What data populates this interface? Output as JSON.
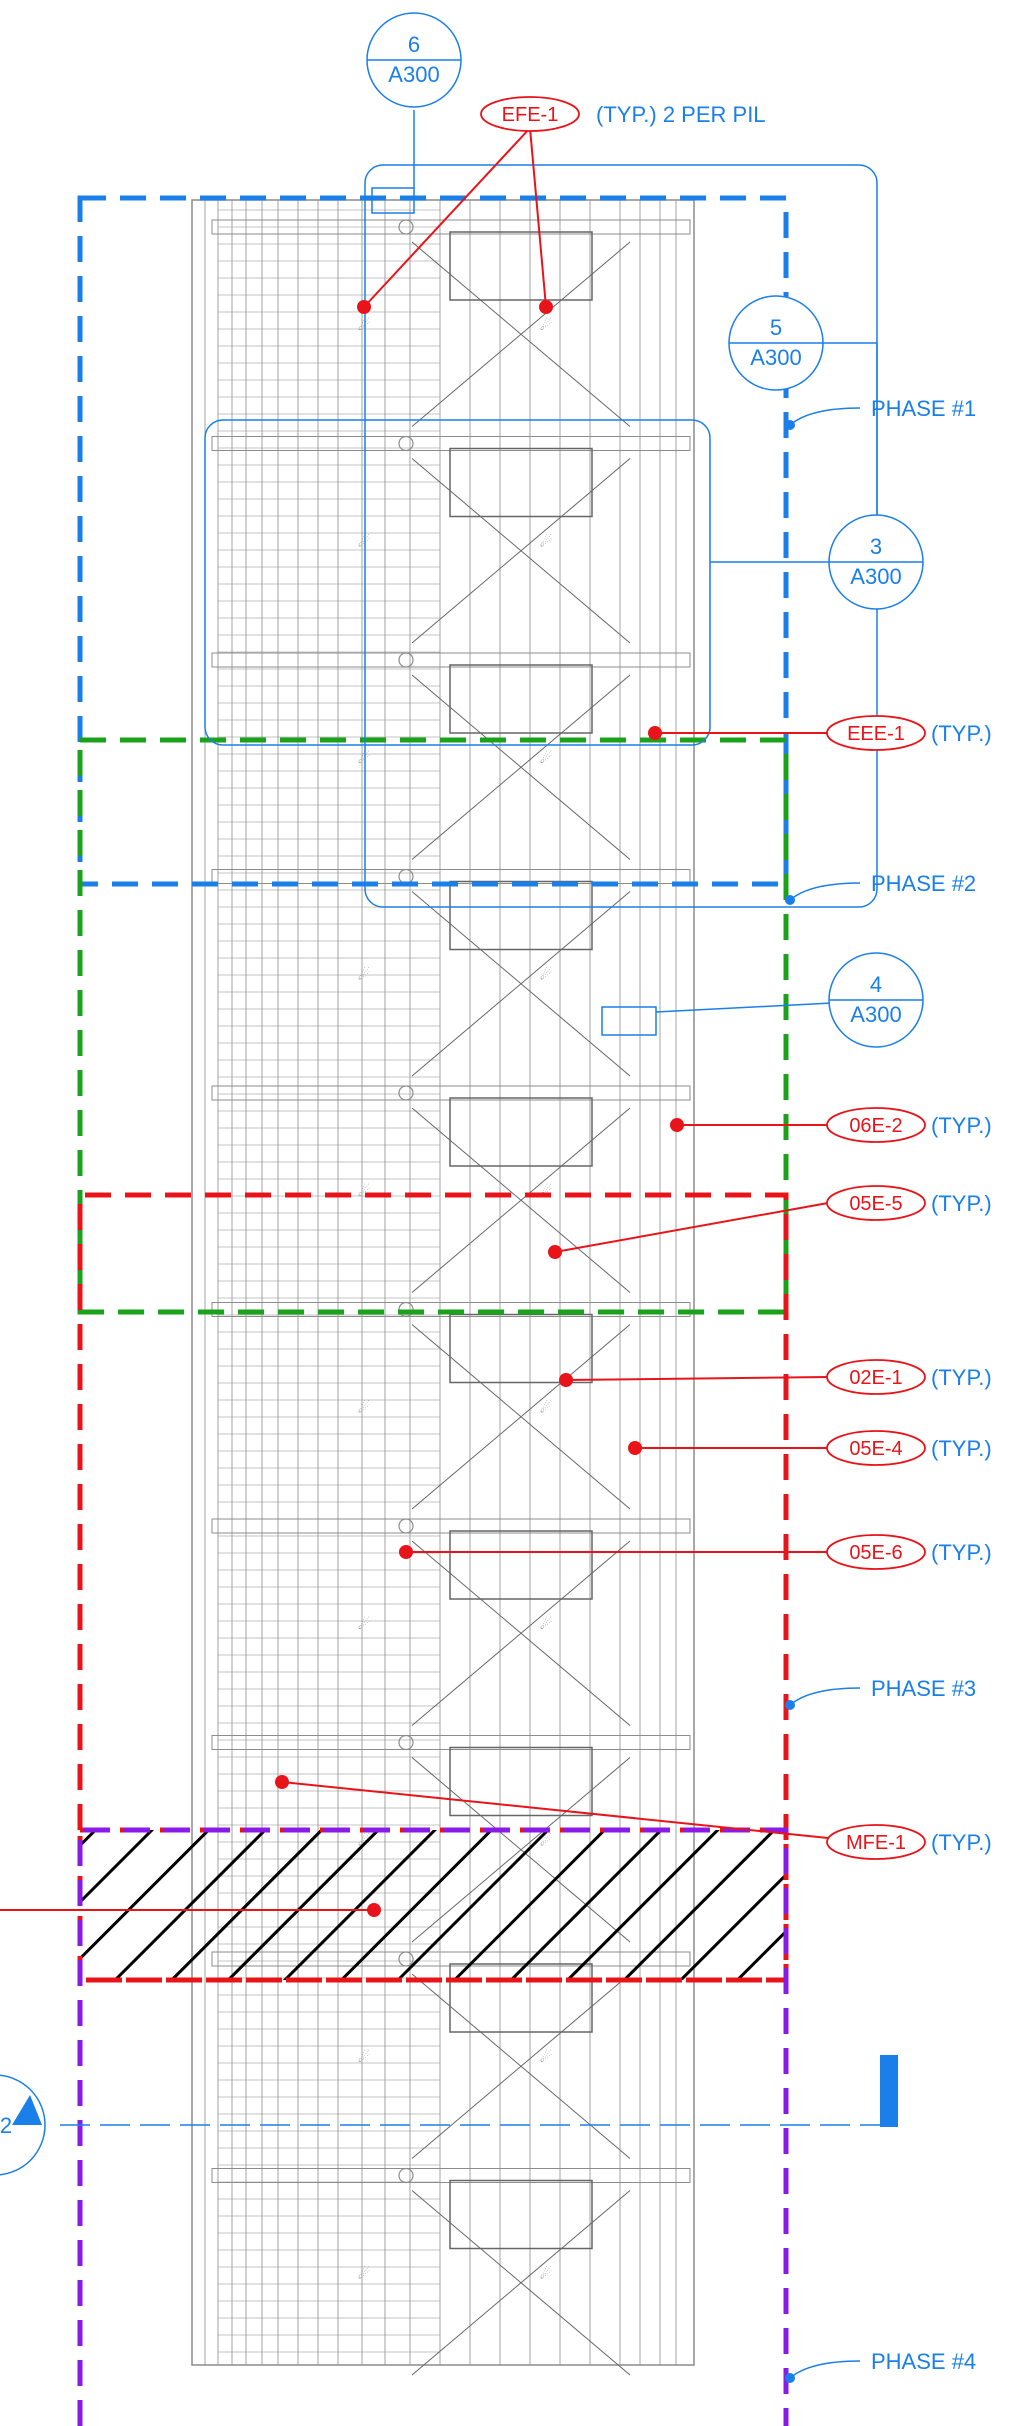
{
  "colors": {
    "phase1": "#1a7fe8",
    "phase2": "#1aa21a",
    "phase3": "#e8141a",
    "phase4": "#8a1ae8",
    "annotation_blue": "#1a7fe8",
    "tag_red": "#e8141a",
    "structure_gray": "#8c8c8c"
  },
  "section_bubbles": [
    {
      "number": "6",
      "sheet": "A300"
    },
    {
      "number": "5",
      "sheet": "A300"
    },
    {
      "number": "3",
      "sheet": "A300"
    },
    {
      "number": "4",
      "sheet": "A300"
    }
  ],
  "cut_bubble": {
    "number": "2"
  },
  "phases": [
    {
      "label": "PHASE #1"
    },
    {
      "label": "PHASE #2"
    },
    {
      "label": "PHASE #3"
    },
    {
      "label": "PHASE #4"
    }
  ],
  "equipment_tags": [
    {
      "tag": "EFE-1",
      "note": "(TYP.) 2 PER PIL"
    },
    {
      "tag": "EEE-1",
      "note": "(TYP.)"
    },
    {
      "tag": "06E-2",
      "note": "(TYP.)"
    },
    {
      "tag": "05E-5",
      "note": "(TYP.)"
    },
    {
      "tag": "02E-1",
      "note": "(TYP.)"
    },
    {
      "tag": "05E-4",
      "note": "(TYP.)"
    },
    {
      "tag": "05E-6",
      "note": "(TYP.)"
    },
    {
      "tag": "MFE-1",
      "note": "(TYP.)"
    }
  ],
  "bay_count": 10,
  "hatched_zone": {
    "pattern": "diagonal-hatch",
    "color": "#000000"
  }
}
